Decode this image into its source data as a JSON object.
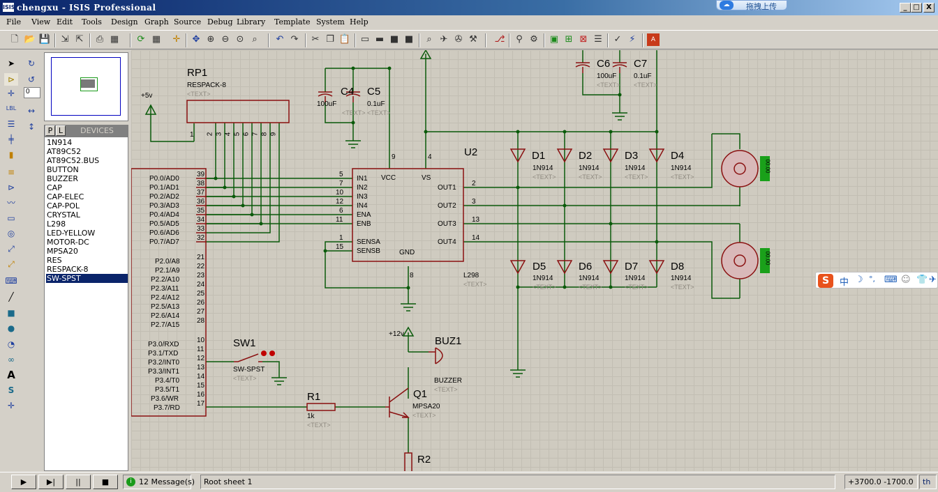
{
  "window": {
    "icon_label": "ISIS",
    "title": "chengxu - ISIS Professional",
    "minimize": "_",
    "maximize": "□",
    "close": "X"
  },
  "float_button": {
    "label": "拖拽上传"
  },
  "menu": {
    "items": [
      "File",
      "View",
      "Edit",
      "Tools",
      "Design",
      "Graph",
      "Source",
      "Debug",
      "Library",
      "Template",
      "System",
      "Help"
    ]
  },
  "toolbar": {
    "icons": [
      "new-icon",
      "open-icon",
      "save-icon",
      "import-icon",
      "export-icon",
      "print-icon",
      "print-area-icon",
      "refresh-icon",
      "grid-icon",
      "origin-icon",
      "pan-icon",
      "zoom-in-icon",
      "zoom-out-icon",
      "zoom-all-icon",
      "zoom-area-icon",
      "undo-icon",
      "redo-icon",
      "cut-icon",
      "copy-icon",
      "paste-icon",
      "block-copy-icon",
      "block-move-icon",
      "block-rotate-icon",
      "block-delete-icon",
      "pick-device-icon",
      "make-device-icon",
      "packaging-icon",
      "decompose-icon",
      "wire-autorouter-icon",
      "search-icon",
      "property-tool-icon",
      "new-sheet-icon",
      "remove-sheet-icon",
      "exit-parent-icon",
      "bill-of-materials-icon",
      "electrical-check-icon",
      "netlist-icon",
      "ares-icon"
    ]
  },
  "left_tools": {
    "rotate_value": "0"
  },
  "object_selector": {
    "tab_p": "P",
    "tab_l": "L",
    "header": "DEVICES",
    "items": [
      "1N914",
      "AT89C52",
      "AT89C52.BUS",
      "BUTTON",
      "BUZZER",
      "CAP",
      "CAP-ELEC",
      "CAP-POL",
      "CRYSTAL",
      "L298",
      "LED-YELLOW",
      "MOTOR-DC",
      "MPSA20",
      "RES",
      "RESPACK-8",
      "SW-SPST"
    ],
    "selected": "SW-SPST"
  },
  "schematic": {
    "rp1": {
      "ref": "RP1",
      "value": "RESPACK-8",
      "text": "<TEXT>",
      "pins": [
        "1",
        "2",
        "3",
        "4",
        "5",
        "6",
        "7",
        "8",
        "9"
      ]
    },
    "power_5v": "+5v",
    "c4": {
      "ref": "C4",
      "value": "100uF",
      "text": "<TEXT>"
    },
    "c5": {
      "ref": "C5",
      "value": "0.1uF",
      "text": "<TEXT>"
    },
    "c6": {
      "ref": "C6",
      "value": "100uF",
      "text": "<TEXT>"
    },
    "c7": {
      "ref": "C7",
      "value": "0.1uF",
      "text": "<TEXT>"
    },
    "mcu": {
      "p0": [
        "P0.0/AD0",
        "P0.1/AD1",
        "P0.2/AD2",
        "P0.3/AD3",
        "P0.4/AD4",
        "P0.5/AD5",
        "P0.6/AD6",
        "P0.7/AD7"
      ],
      "p0_pins": [
        "39",
        "38",
        "37",
        "36",
        "35",
        "34",
        "33",
        "32"
      ],
      "p2": [
        "P2.0/A8",
        "P2.1/A9",
        "P2.2/A10",
        "P2.3/A11",
        "P2.4/A12",
        "P2.5/A13",
        "P2.6/A14",
        "P2.7/A15"
      ],
      "p2_pins": [
        "21",
        "22",
        "23",
        "24",
        "25",
        "26",
        "27",
        "28"
      ],
      "p3": [
        "P3.0/RXD",
        "P3.1/TXD",
        "P3.2/INT0",
        "P3.3/INT1",
        "P3.4/T0",
        "P3.5/T1",
        "P3.6/WR",
        "P3.7/RD"
      ],
      "p3_pins": [
        "10",
        "11",
        "12",
        "13",
        "14",
        "15",
        "16",
        "17"
      ]
    },
    "u2": {
      "ref": "U2",
      "value": "L298",
      "text": "<TEXT>",
      "left": [
        "IN1",
        "IN2",
        "IN3",
        "IN4",
        "ENA",
        "ENB",
        "SENSA",
        "SENSB"
      ],
      "left_pins": [
        "5",
        "7",
        "10",
        "12",
        "6",
        "11",
        "1",
        "15"
      ],
      "right": [
        "OUT1",
        "OUT2",
        "OUT3",
        "OUT4"
      ],
      "right_pins": [
        "2",
        "3",
        "13",
        "14"
      ],
      "vcc": "VCC",
      "vs": "VS",
      "gnd": "GND",
      "pin_vcc": "9",
      "pin_vs": "4",
      "pin_gnd": "8"
    },
    "diodes": [
      {
        "ref": "D1",
        "value": "1N914",
        "text": "<TEXT>"
      },
      {
        "ref": "D2",
        "value": "1N914",
        "text": "<TEXT>"
      },
      {
        "ref": "D3",
        "value": "1N914",
        "text": "<TEXT>"
      },
      {
        "ref": "D4",
        "value": "1N914",
        "text": "<TEXT>"
      },
      {
        "ref": "D5",
        "value": "1N914",
        "text": "<TEXT>"
      },
      {
        "ref": "D6",
        "value": "1N914",
        "text": "<TEXT>"
      },
      {
        "ref": "D7",
        "value": "1N914",
        "text": "<TEXT>"
      },
      {
        "ref": "D8",
        "value": "1N914",
        "text": "<TEXT>"
      }
    ],
    "sw1": {
      "ref": "SW1",
      "value": "SW-SPST",
      "text": "<TEXT>"
    },
    "r1": {
      "ref": "R1",
      "value": "1k",
      "text": "<TEXT>"
    },
    "r2": {
      "ref": "R2"
    },
    "q1": {
      "ref": "Q1",
      "value": "MPSA20",
      "text": "<TEXT>"
    },
    "buz1": {
      "ref": "BUZ1",
      "value": "BUZZER",
      "text": "<TEXT>"
    },
    "power_12v": "+12v",
    "motor_readout": "00.00"
  },
  "ime": {
    "logo": "S",
    "mode": "中",
    "items": [
      "☽",
      "°,",
      "⌨",
      "☺",
      "👕",
      "✈"
    ]
  },
  "status": {
    "play": "▶",
    "step": "▶|",
    "pause": "||",
    "stop": "■",
    "messages": "12 Message(s)",
    "sheet": "Root sheet 1",
    "coords": "+3700.0   -1700.0",
    "unit": "th"
  }
}
